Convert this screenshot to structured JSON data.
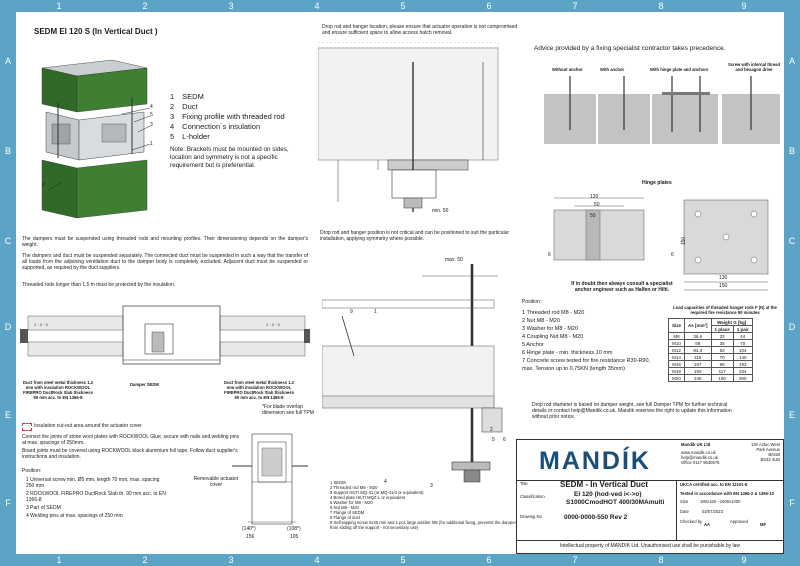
{
  "frame": {
    "columns": [
      "1",
      "2",
      "3",
      "4",
      "5",
      "6",
      "7",
      "8",
      "9"
    ],
    "rows": [
      "A",
      "B",
      "C",
      "D",
      "E",
      "F"
    ]
  },
  "left": {
    "title": "SEDM EI 120 S (In Vertical Duct )",
    "legend": [
      {
        "num": "1",
        "label": "SEDM"
      },
      {
        "num": "2",
        "label": "Duct"
      },
      {
        "num": "3",
        "label": "Fixing profile with threaded rod"
      },
      {
        "num": "4",
        "label": "Connection´s insulation"
      },
      {
        "num": "5",
        "label": "L-holder"
      }
    ],
    "note": "Note: Brackets must be mounted on sides, location and symmetry is not a specific requirement but is preferential.",
    "para1": "The dampers must be suspended using threaded rods and mounting profiles. Their dimensioning depends on the damper's weight.",
    "para2": "The dampers and duct must be suspended separately. The connected duct must be suspended in such a way that the transfer of all loads from the adjoining ventilation duct to the damper body is completely excluded. Adjacent duct must be suspended or supported, as required by the duct suppliers.",
    "para3": "Threaded rods longer than 1.5 m must be protected by fire insulation.",
    "duct_left_label": "Duct from steel metal thickness 1.2 mm with insulation ROCKWOOL FIREPRO DuctRock Slab thickness 90 mm acc. to EN 1366-8",
    "damper_label": "Damper SEDM",
    "duct_right_label": "Duct from steel metal thickness 1.2 mm with insulation ROCKWOOL FIREPRO DuctRock Slab thickness 90 mm acc. to EN 1366-8",
    "cutout_note": "Insulation cut-out area around the actuator cover",
    "para4": "Connect the joints of stone wool plates with ROCKWOOL Glue, secure with nails and welding pins at max. spacings of 250mm.",
    "para5": "Board joints must be covered using ROCKWOOL black aluminium foil tape. Follow duct supplier's instructions and insulation.",
    "position_title": "Position:",
    "positions": [
      "1  Universal screw min. Ø5 mm, length 70 mm, max. spacing 250 mm",
      "2  ROCKWOOL FIREPRO DuctRock Slab th. 90 mm acc. to EN 1366-8",
      "3  Part of SEDM",
      "4  Welding pins at max. spacings of 250 mm"
    ]
  },
  "middle": {
    "top_note": "Drop rod and hanger location, please ensure that actuator operation is not compromised and ensure sufficient space to allow access hatch removal.",
    "min50": "min. 50",
    "mid_note": "Drop rod and hanger position is not critical and can be positioned to suit the particular installation, applying symmetry where possible.",
    "max50": "max. 50",
    "blade_note": "*For blade overlap dimension see full TPM",
    "actuator_label": "Removable actuator cover",
    "dims": [
      "(140*)",
      "(108*)",
      "156",
      "105"
    ],
    "legend": [
      "1    SEDM",
      "2    Threaded rod M8 - M20",
      "3    Support HILTI MQ-41 (or MQ-41/3 or equivalent)",
      "4    Bored plate HILTI MQZ-L or equivalent",
      "5    Washer for M8 - M20",
      "6    Nut M8 - M20",
      "7    Flange of SEDM",
      "8    Flange of duct",
      "9    Self-tapping screw 5x30 mm and 1 pcs large washer M5 (for additional fixing, prevents the damper from sliding off the support - not necessary use)"
    ],
    "position_title": "Position:",
    "positions": [
      "1   Threaded rod M8 - M20",
      "2   Nut M8 - M20",
      "3   Washer for M8 - M20",
      "4   Coupling Nut M8 - M20",
      "5   Anchor",
      "6   Hinge plate - min. thickness 10 mm",
      "7   Concrete screw tested for fire resistance R30-R90, max. Tension up to 0.75KN (length 35mm)"
    ]
  },
  "right": {
    "advice": "Advice provided by a fixing specialist contractor takes precedence.",
    "anchor_labels": [
      "Without anchor",
      "With anchor",
      "With hinge plate and anchors",
      "Screw with internal thread and hexagon drive"
    ],
    "hinge_title": "Hinge plates",
    "hinge_dims": [
      "120",
      "50",
      "50",
      "150",
      "130",
      "150"
    ],
    "consult_note": "If in doubt  then always consult a specialist anchor engineer such as Halfen or Hilti.",
    "load_title": "Load capacities of threaded hanger rods F (N) at the required fire resistance 90 minutes",
    "load_table": {
      "headers": [
        "Size",
        "As [mm²]",
        "1 place",
        "1 pair"
      ],
      "weight_header": "Weight G [kg]",
      "rows": [
        [
          "M8",
          "36.6",
          "22",
          "44"
        ],
        [
          "M10",
          "58",
          "35",
          "70"
        ],
        [
          "M12",
          "84.3",
          "52",
          "104"
        ],
        [
          "M14",
          "115",
          "70",
          "140"
        ],
        [
          "M16",
          "157",
          "96",
          "192"
        ],
        [
          "M18",
          "192",
          "117",
          "234"
        ],
        [
          "M20",
          "245",
          "150",
          "300"
        ]
      ]
    },
    "note": "Drop rod diameter is based on damper weight, see full Damper TPM for further technical details or contact help@Mandik.co.uk. Mandik reserves the right to update this information without prior notice."
  },
  "titleblock": {
    "logo": "MANDÍK",
    "company": "Mandik UK Ltd",
    "contact_lines": [
      "www.mandik.co.uk",
      "help@mandik.co.uk",
      "Office 0117 9530576"
    ],
    "address": [
      "130 Aztec West",
      "Park Avenue",
      "Bristol",
      "BS32 4UB"
    ],
    "ukca": "UKCA certified acc. to EN 12101-8",
    "tested": "Tested in accordance with EN 1366-2 & 1366-10",
    "size_label": "Size",
    "size_value": "180x180 - 1600x1000",
    "title_label": "Title",
    "title": "SEDM -  In Vertical Duct",
    "classification_label": "Classification",
    "classification1": "EI 120 (hod-ved i<->o)",
    "classification2": "S1000CmodHOT 400/30MAmulti",
    "drawing_label": "Drawing No",
    "drawing": "0000-0000-550  Rev 2",
    "date_label": "Date",
    "date": "03/07/2023",
    "checked_label": "Checked by",
    "checked": "AA",
    "approved_label": "Approved",
    "approved": "MF",
    "ip": "Intellectual property of MANDIK Ltd. Unauthorised use shall be punishable by law"
  },
  "colors": {
    "frame": "#5ba4c6",
    "insulation": "#2f6b26",
    "logo_bg": "#1b4f7a"
  }
}
